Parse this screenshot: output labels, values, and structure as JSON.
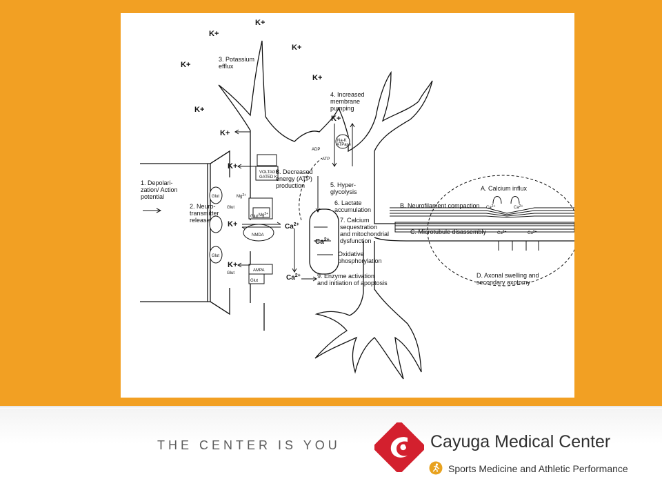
{
  "slide": {
    "tagline": "THE CENTER IS YOU",
    "brand_name": "Cayuga Medical Center",
    "brand_subtitle": "Sports Medicine and Athletic Performance",
    "colors": {
      "band": "#f2a023",
      "logo_red": "#d3202e",
      "sports_icon": "#e8a21f",
      "text": "#2f2f2f"
    },
    "icons": {
      "logo": "cayuga-swirl-icon",
      "sports": "runner-icon"
    }
  },
  "diagram": {
    "labels": {
      "step1": [
        "1. Depolari-",
        "zation/ Action",
        "potential"
      ],
      "step2": [
        "2. Neuro-",
        "transmitter",
        "release"
      ],
      "step3": [
        "3. Potassium",
        "efflux"
      ],
      "step4": [
        "4. Increased",
        "membrane",
        "pumping"
      ],
      "step5": [
        "5. Hyper-",
        "glycolysis"
      ],
      "step6": [
        "6. Lactate",
        "accumulation"
      ],
      "step7": [
        "7. Calcium",
        "sequestration",
        "and mitochondrial",
        "dysfunction"
      ],
      "step8": [
        "8. Decreased",
        "energy (ATP)",
        "production"
      ],
      "step9": [
        "9. Enzyme activation",
        "and initiation of apoptosis"
      ],
      "oxidative": [
        "Oxidative",
        "phosphorylation"
      ],
      "axonA": "A. Calcium influx",
      "axonB": "B. Neurofilament compaction",
      "axonC": "C. Microtubule disassembly",
      "axonD": [
        "D. Axonal swelling and",
        "secondary axotomy"
      ],
      "k_ion": "K+",
      "ca_ion": "Ca",
      "ca_sup": "2+",
      "mg": "Mg",
      "glut": "Glut",
      "vgk": [
        "VOLTAGE",
        "GATED K"
      ],
      "nmda": "NMDA",
      "ampa": "AMPA",
      "adp": "ADP",
      "atp": "ATP",
      "nak": [
        "Na-K",
        "ATPase"
      ]
    }
  }
}
